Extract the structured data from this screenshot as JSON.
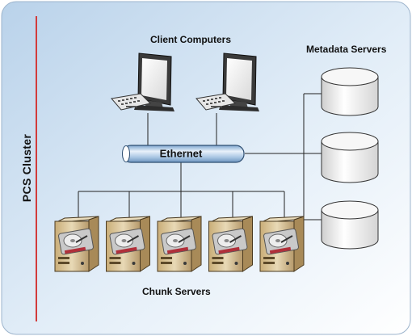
{
  "cluster": {
    "label": "PCS  Cluster"
  },
  "clients": {
    "label": "Client Computers",
    "count": 2
  },
  "metadata": {
    "label": "Metadata Servers",
    "count": 3
  },
  "network": {
    "label": "Ethernet"
  },
  "chunks": {
    "label": "Chunk Servers",
    "count": 5
  },
  "colors": {
    "background_top": "#bcd5ec",
    "background_bottom": "#fbfdff",
    "accent_line": "#d23b3b",
    "pipe": "#9fbfdd",
    "server_body": "#d7c398",
    "disk": "#ededed"
  }
}
